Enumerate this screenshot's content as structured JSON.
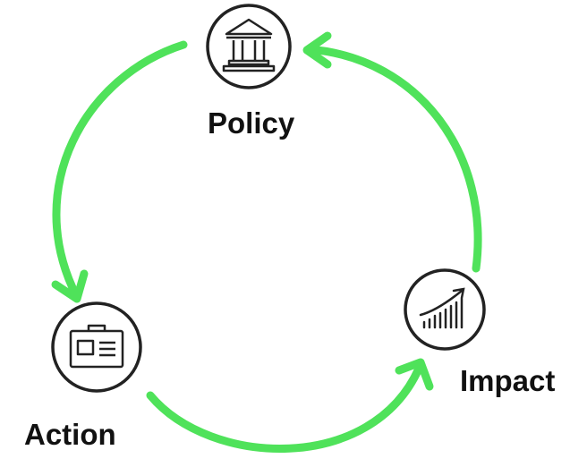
{
  "diagram": {
    "type": "cycle",
    "arrow_color": "#4fe25a",
    "stroke_color": "#222222",
    "nodes": [
      {
        "id": "policy",
        "label": "Policy",
        "icon": "government-building-icon"
      },
      {
        "id": "impact",
        "label": "Impact",
        "icon": "growth-chart-icon"
      },
      {
        "id": "action",
        "label": "Action",
        "icon": "id-card-icon"
      }
    ],
    "edges": [
      {
        "from": "policy",
        "to": "action"
      },
      {
        "from": "action",
        "to": "impact"
      },
      {
        "from": "impact",
        "to": "policy"
      }
    ]
  }
}
